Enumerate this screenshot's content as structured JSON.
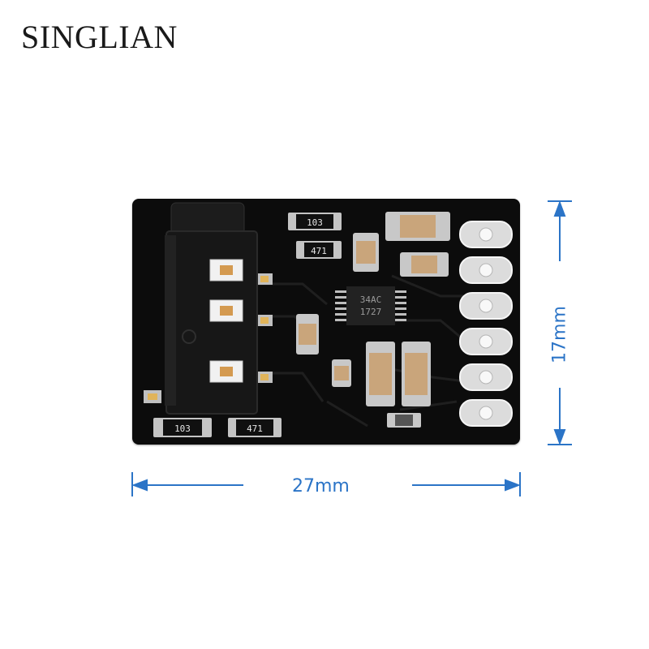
{
  "brand": {
    "name": "SINGLIAN"
  },
  "dimensions": {
    "width_label": "27mm",
    "height_label": "17mm"
  },
  "components": {
    "r1": "103",
    "r2": "471",
    "r3": "103",
    "r4": "471",
    "ic_line1": "34AC",
    "ic_line2": "1727"
  },
  "colors": {
    "accent": "#2b74c7",
    "pcb": "#0c0c0c",
    "pad_silver": "#d9d9d9",
    "capacitor": "#c9a57b",
    "pad_gold": "#e0b45a"
  }
}
